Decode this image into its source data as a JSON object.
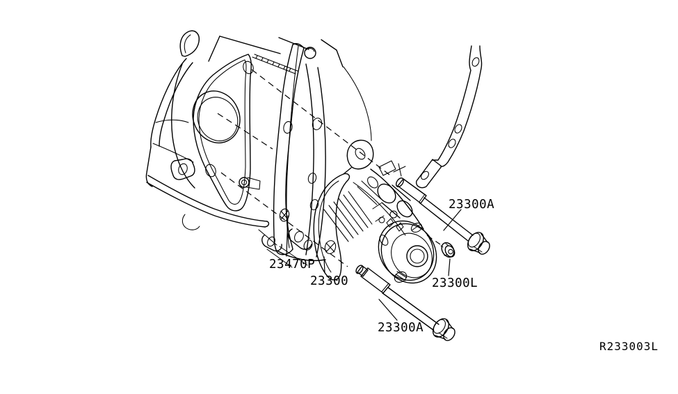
{
  "diagram": {
    "background_color": "#ffffff",
    "line_color": "#000000",
    "reference_code": "R233003L",
    "callouts": {
      "bolt_upper_label": "23300A",
      "plate_label": "23470P",
      "starter_label": "23300",
      "nut_label": "23300L",
      "bolt_lower_label": "23300A"
    }
  }
}
